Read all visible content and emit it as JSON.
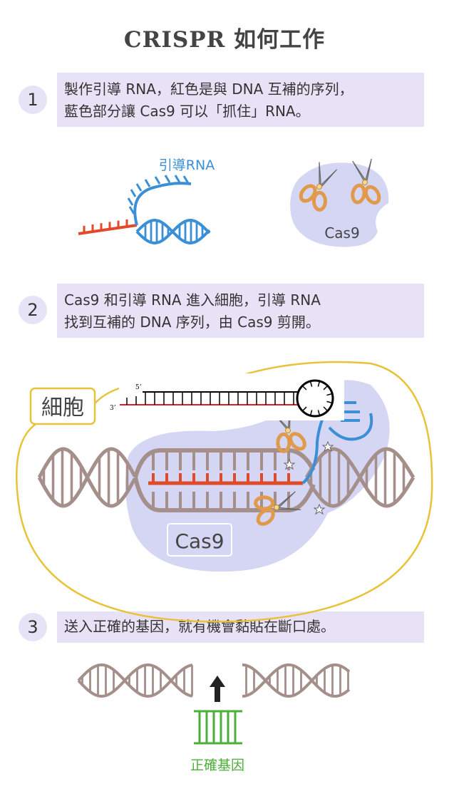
{
  "title": "CRISPR 如何工作",
  "steps": [
    {
      "number": "1",
      "lines": [
        "製作引導 RNA，紅色是與 DNA 互補的序列，",
        "藍色部分讓 Cas9 可以「抓住」RNA。"
      ]
    },
    {
      "number": "2",
      "lines": [
        "Cas9 和引導 RNA 進入細胞，引導 RNA",
        "找到互補的 DNA 序列，由 Cas9 剪開。"
      ]
    },
    {
      "number": "3",
      "lines": [
        "送入正確的基因，就有機會黏貼在斷口處。"
      ]
    }
  ],
  "labels": {
    "guide_rna": "引導RNA",
    "cas9_small": "Cas9",
    "cell": "細胞",
    "cas9_big": "Cas9",
    "five_prime": "5’",
    "three_prime": "3’",
    "correct_gene": "正確基因"
  },
  "colors": {
    "dna": "#a48f8a",
    "rna_red": "#e04a2a",
    "rna_blue": "#3a8fd6",
    "cas9": "#d4d6f4",
    "cell_border": "#e8c23a",
    "gene": "#4caf3a",
    "step_box": "#e8e2f7"
  }
}
